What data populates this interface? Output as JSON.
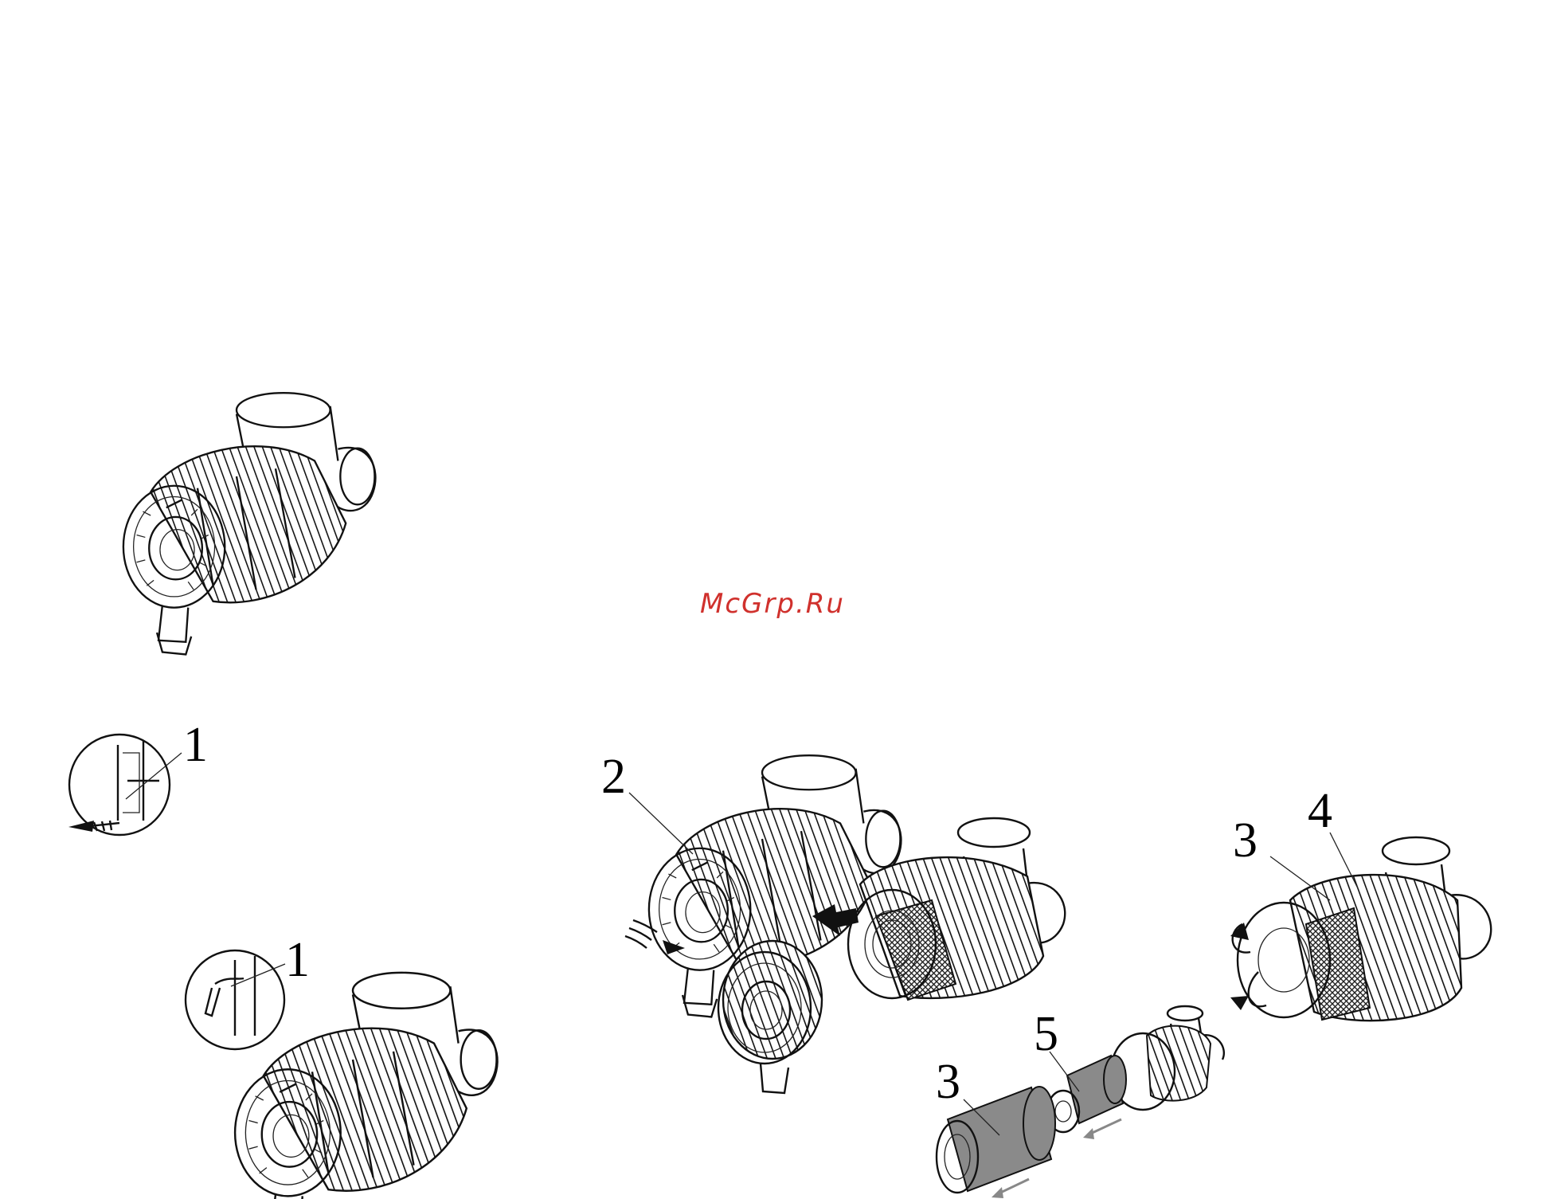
{
  "watermark": {
    "text": "McGrp.Ru",
    "color": "#d0312d"
  },
  "callouts": {
    "c1a": "1",
    "c1b": "1",
    "c2": "2",
    "c3a": "3",
    "c3b": "3",
    "c4": "4",
    "c5": "5"
  },
  "colors": {
    "ink": "#111111",
    "filter_media": "#8a8a8a"
  }
}
